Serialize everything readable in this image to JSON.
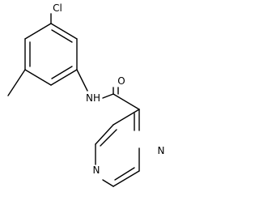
{
  "molecule": {
    "atoms": {
      "chlorine": "Cl",
      "amide_nitrogen": "NH",
      "carbonyl_oxygen": "O",
      "pyrazine_nitrogen_1": "N",
      "pyrazine_nitrogen_4": "N"
    }
  },
  "colors": {
    "bond": "#000000",
    "text": "#000000",
    "background": "#ffffff"
  }
}
